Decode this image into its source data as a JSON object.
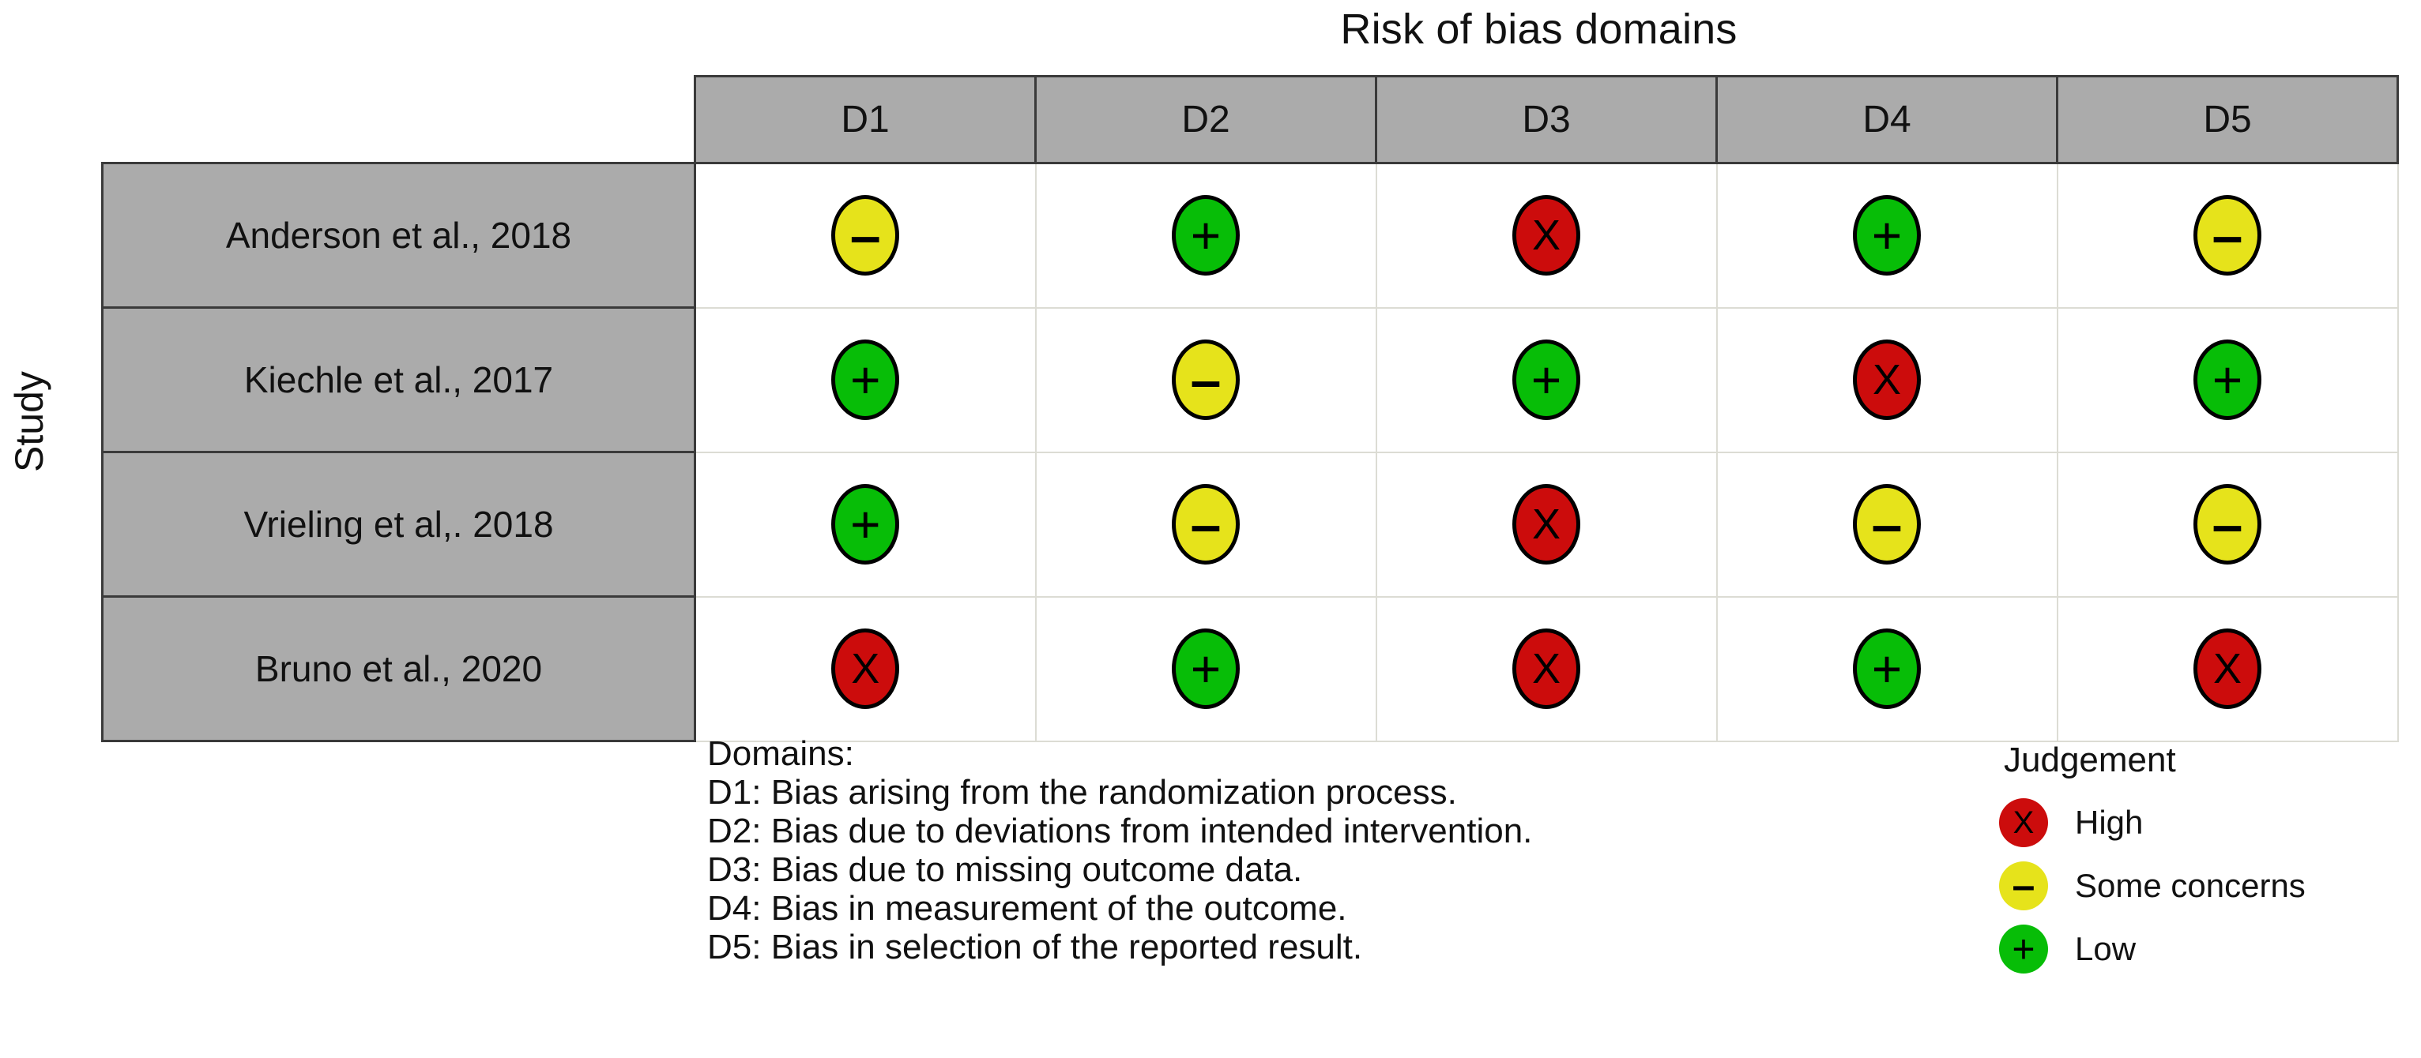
{
  "figure": {
    "title": "Risk of bias domains",
    "y_axis_label": "Study"
  },
  "colors": {
    "high": "#CC0C0C",
    "some_concerns": "#E6E31B",
    "low": "#07BD07",
    "header_gray": "#ABABAB",
    "grid_border": "#3a3a3a",
    "cell_border": "#dcdcd4"
  },
  "glyphs": {
    "high": "X",
    "some_concerns": "–",
    "low": "+"
  },
  "table": {
    "domain_headers": [
      "D1",
      "D2",
      "D3",
      "D4",
      "D5"
    ],
    "rows": [
      {
        "study": "Anderson et al., 2018",
        "judgements": [
          "some_concerns",
          "low",
          "high",
          "low",
          "some_concerns"
        ]
      },
      {
        "study": "Kiechle et al., 2017",
        "judgements": [
          "low",
          "some_concerns",
          "low",
          "high",
          "low"
        ]
      },
      {
        "study": "Vrieling et al,. 2018",
        "judgements": [
          "low",
          "some_concerns",
          "high",
          "some_concerns",
          "some_concerns"
        ]
      },
      {
        "study": "Bruno et al., 2020",
        "judgements": [
          "high",
          "low",
          "high",
          "low",
          "high"
        ]
      }
    ]
  },
  "domains_legend": {
    "heading": "Domains:",
    "lines": [
      "D1: Bias arising from the randomization process.",
      "D2: Bias due to deviations from intended intervention.",
      "D3: Bias due to missing outcome data.",
      "D4: Bias in measurement of the outcome.",
      "D5: Bias in selection of the reported result."
    ]
  },
  "judgement_legend": {
    "title": "Judgement",
    "items": [
      {
        "key": "high",
        "glyph": "X",
        "label": "High"
      },
      {
        "key": "some_concerns",
        "glyph": "–",
        "label": "Some concerns"
      },
      {
        "key": "low",
        "glyph": "+",
        "label": "Low"
      }
    ]
  },
  "chart_data": {
    "type": "table",
    "title": "Risk of bias domains",
    "xlabel": "Risk of bias domains",
    "ylabel": "Study",
    "categories": [
      "D1",
      "D2",
      "D3",
      "D4",
      "D5"
    ],
    "studies": [
      "Anderson et al., 2018",
      "Kiechle et al., 2017",
      "Vrieling et al,. 2018",
      "Bruno et al., 2020"
    ],
    "values": [
      [
        "some_concerns",
        "low",
        "high",
        "low",
        "some_concerns"
      ],
      [
        "low",
        "some_concerns",
        "low",
        "high",
        "low"
      ],
      [
        "low",
        "some_concerns",
        "high",
        "some_concerns",
        "some_concerns"
      ],
      [
        "high",
        "low",
        "high",
        "low",
        "high"
      ]
    ],
    "legend": [
      "High",
      "Some concerns",
      "Low"
    ],
    "legend_position": "bottom-right",
    "grid": true
  }
}
